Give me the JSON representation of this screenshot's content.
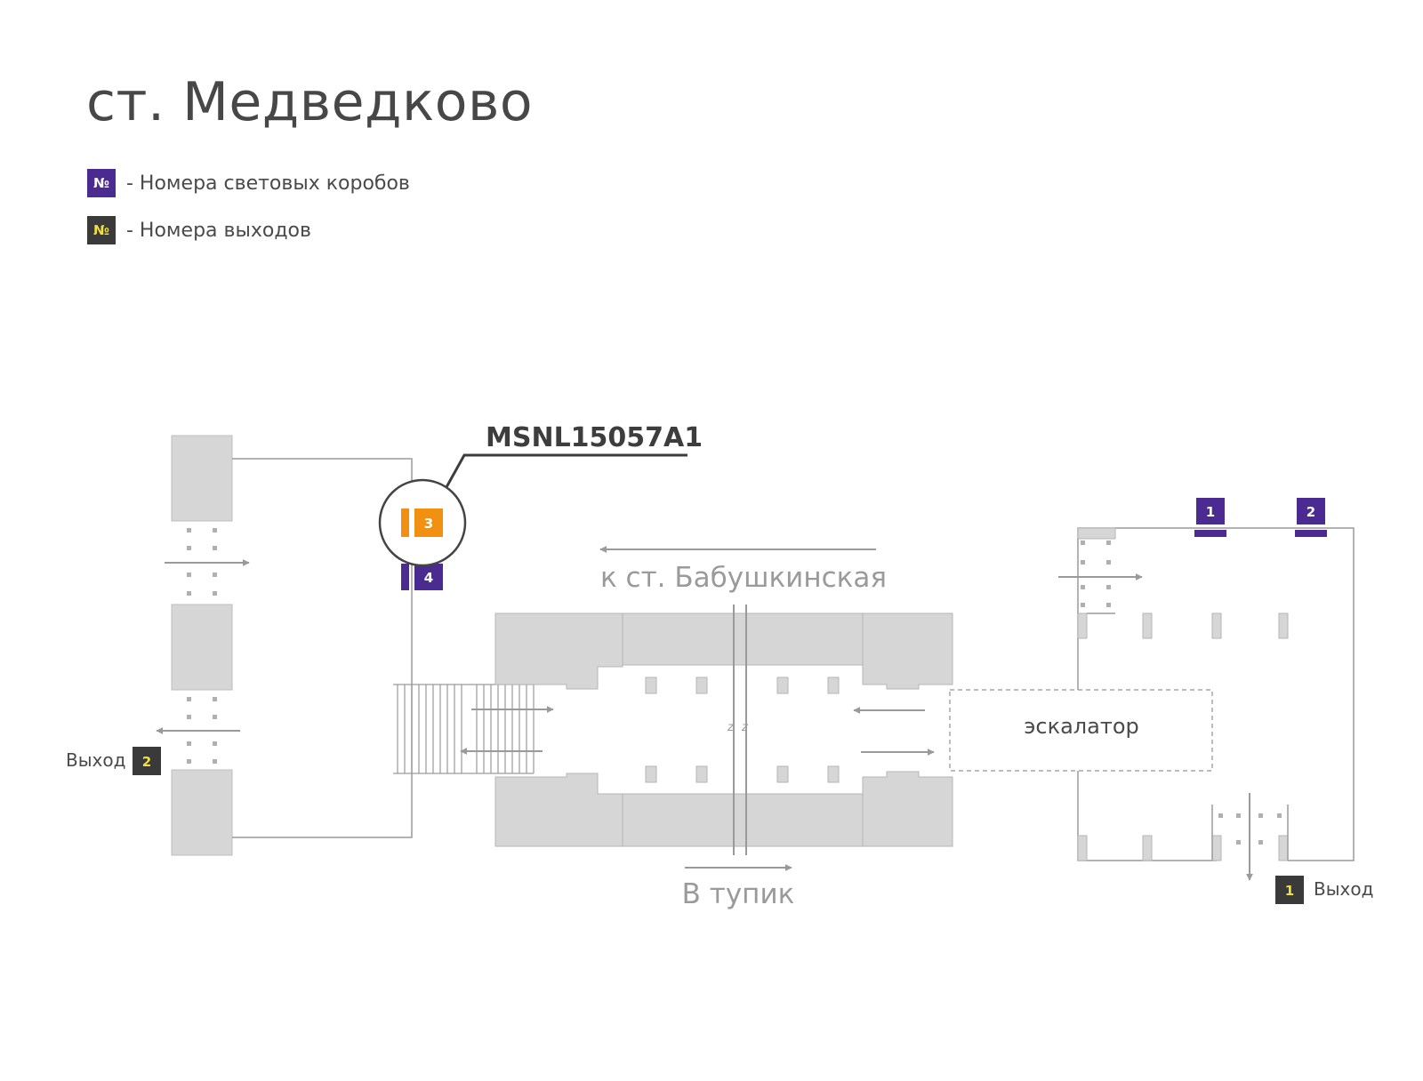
{
  "title": "ст. Медведково",
  "legend": [
    {
      "symbol": "№",
      "text": "- Номера световых коробов",
      "color": "#4b2a91"
    },
    {
      "symbol": "№",
      "text": "- Номера выходов",
      "color": "#3a3a3a"
    }
  ],
  "code_label": "MSNL15057A1",
  "direction_top": "к ст. Бабушкинская",
  "direction_bottom": "В тупик",
  "escalator_label": "эскалатор",
  "exits": [
    {
      "number": "2",
      "label": "Выход"
    },
    {
      "number": "1",
      "label": "Выход"
    }
  ],
  "lightboxes": [
    {
      "number": "3",
      "highlighted": true
    },
    {
      "number": "4",
      "highlighted": false
    },
    {
      "number": "1",
      "highlighted": false
    },
    {
      "number": "2",
      "highlighted": false
    }
  ],
  "colors": {
    "lightbox": "#4b2a91",
    "highlight": "#f29111",
    "exit_badge": "#3a3a3a",
    "exit_number": "#f0e040",
    "structure": "#d6d6d6",
    "line": "#9a9a9a"
  }
}
